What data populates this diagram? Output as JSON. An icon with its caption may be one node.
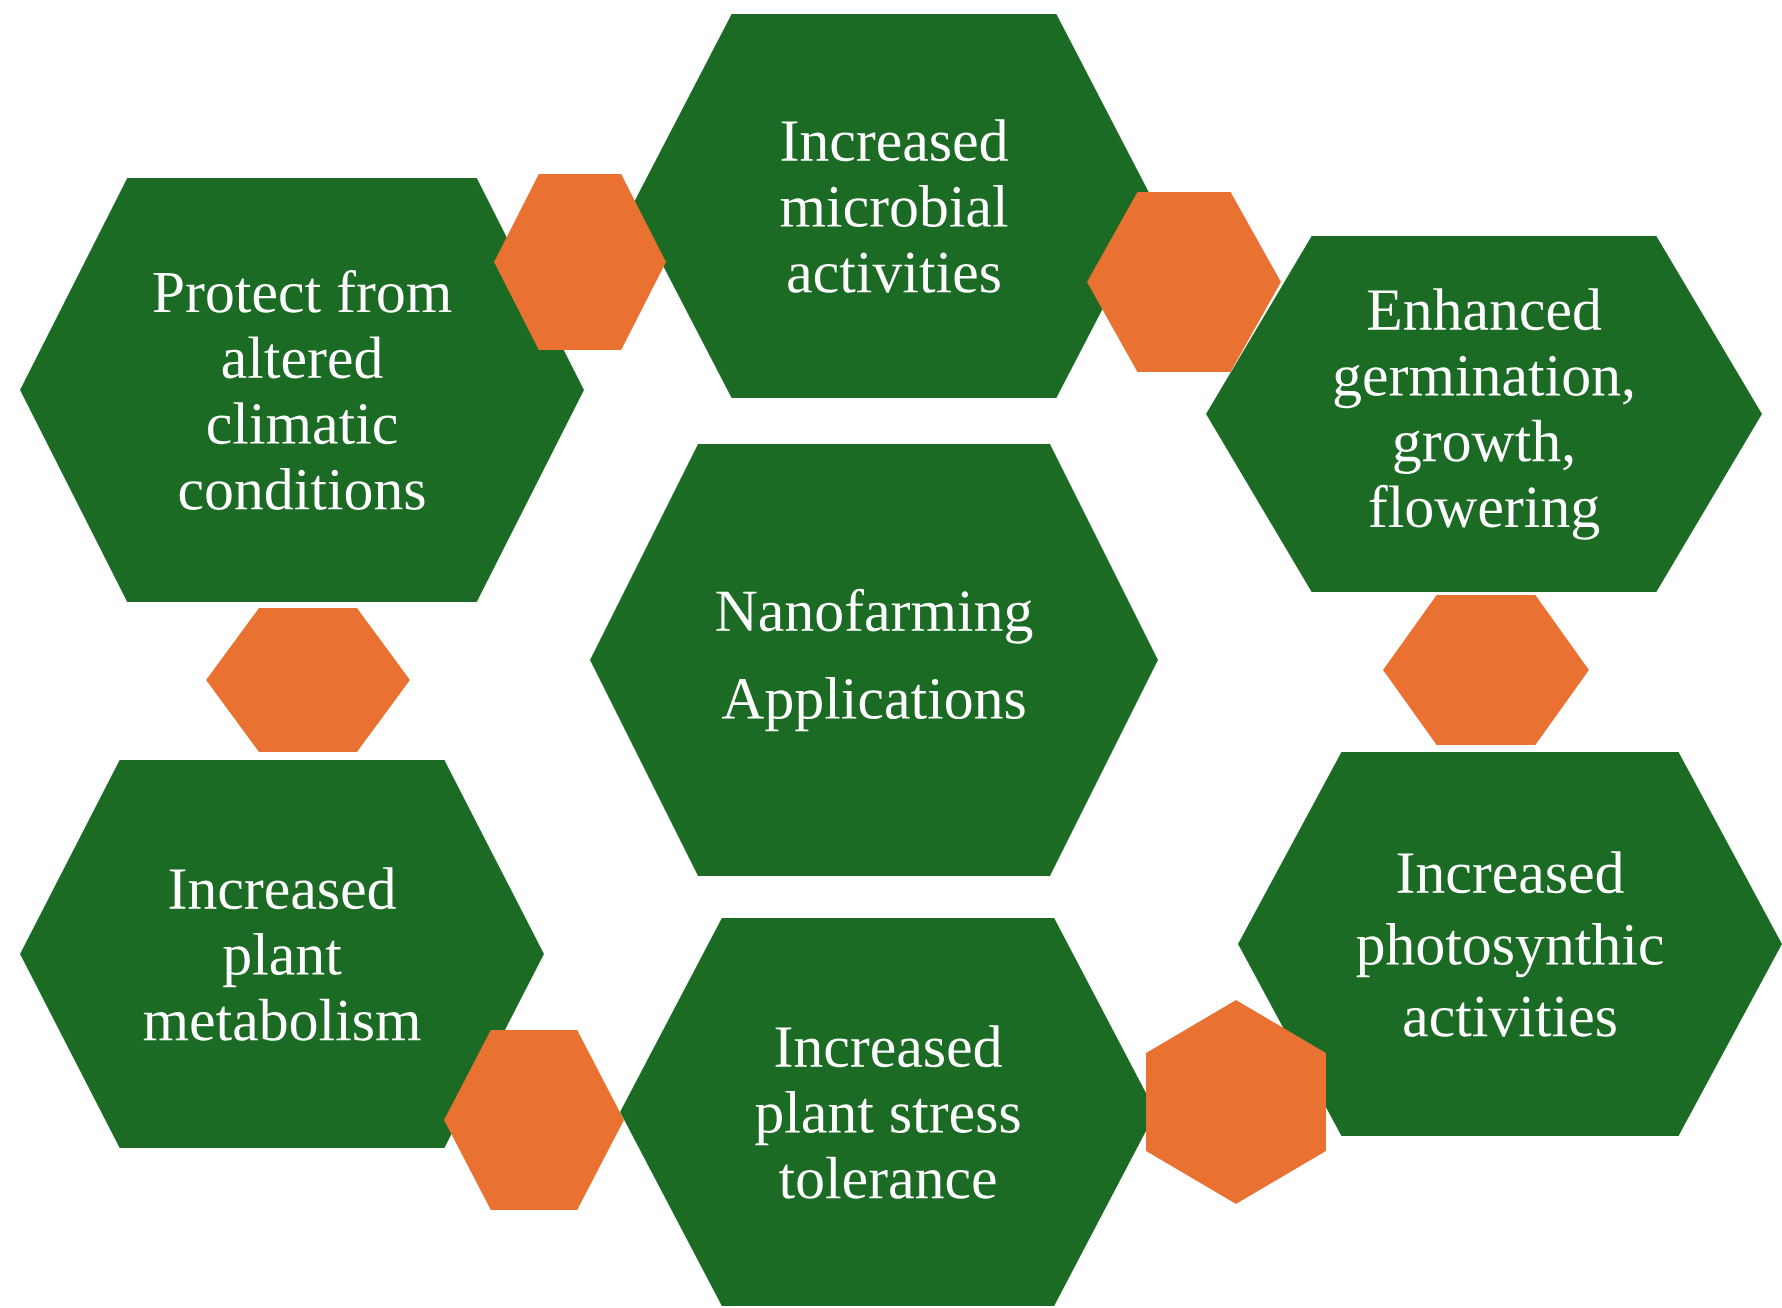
{
  "diagram": {
    "nodes": [
      {
        "text": [
          "Increased microbial activities"
        ]
      },
      {
        "text": [],
        "shape": "hexagon"
      },
      {
        "text": [
          "Protect from altered climatic conditions"
        ]
      },
      {
        "text": [],
        "shape": "hexagon"
      },
      {
        "text": [
          "Enhanced germination, growth, flowering"
        ]
      },
      {
        "text": [
          "Nanofarming Applications"
        ]
      },
      {
        "text": [],
        "shape": "hexagon"
      },
      {
        "text": [],
        "shape": "hexagon"
      },
      {
        "text": [
          "Increased plant metabolism"
        ]
      },
      {
        "text": [
          "Increased photosynthic activities"
        ]
      },
      {
        "text": [
          "Increased plant stress tolerance"
        ]
      },
      {
        "text": [],
        "shape": "hexagon"
      },
      {
        "text": [],
        "shape": "hexagon"
      }
    ]
  }
}
